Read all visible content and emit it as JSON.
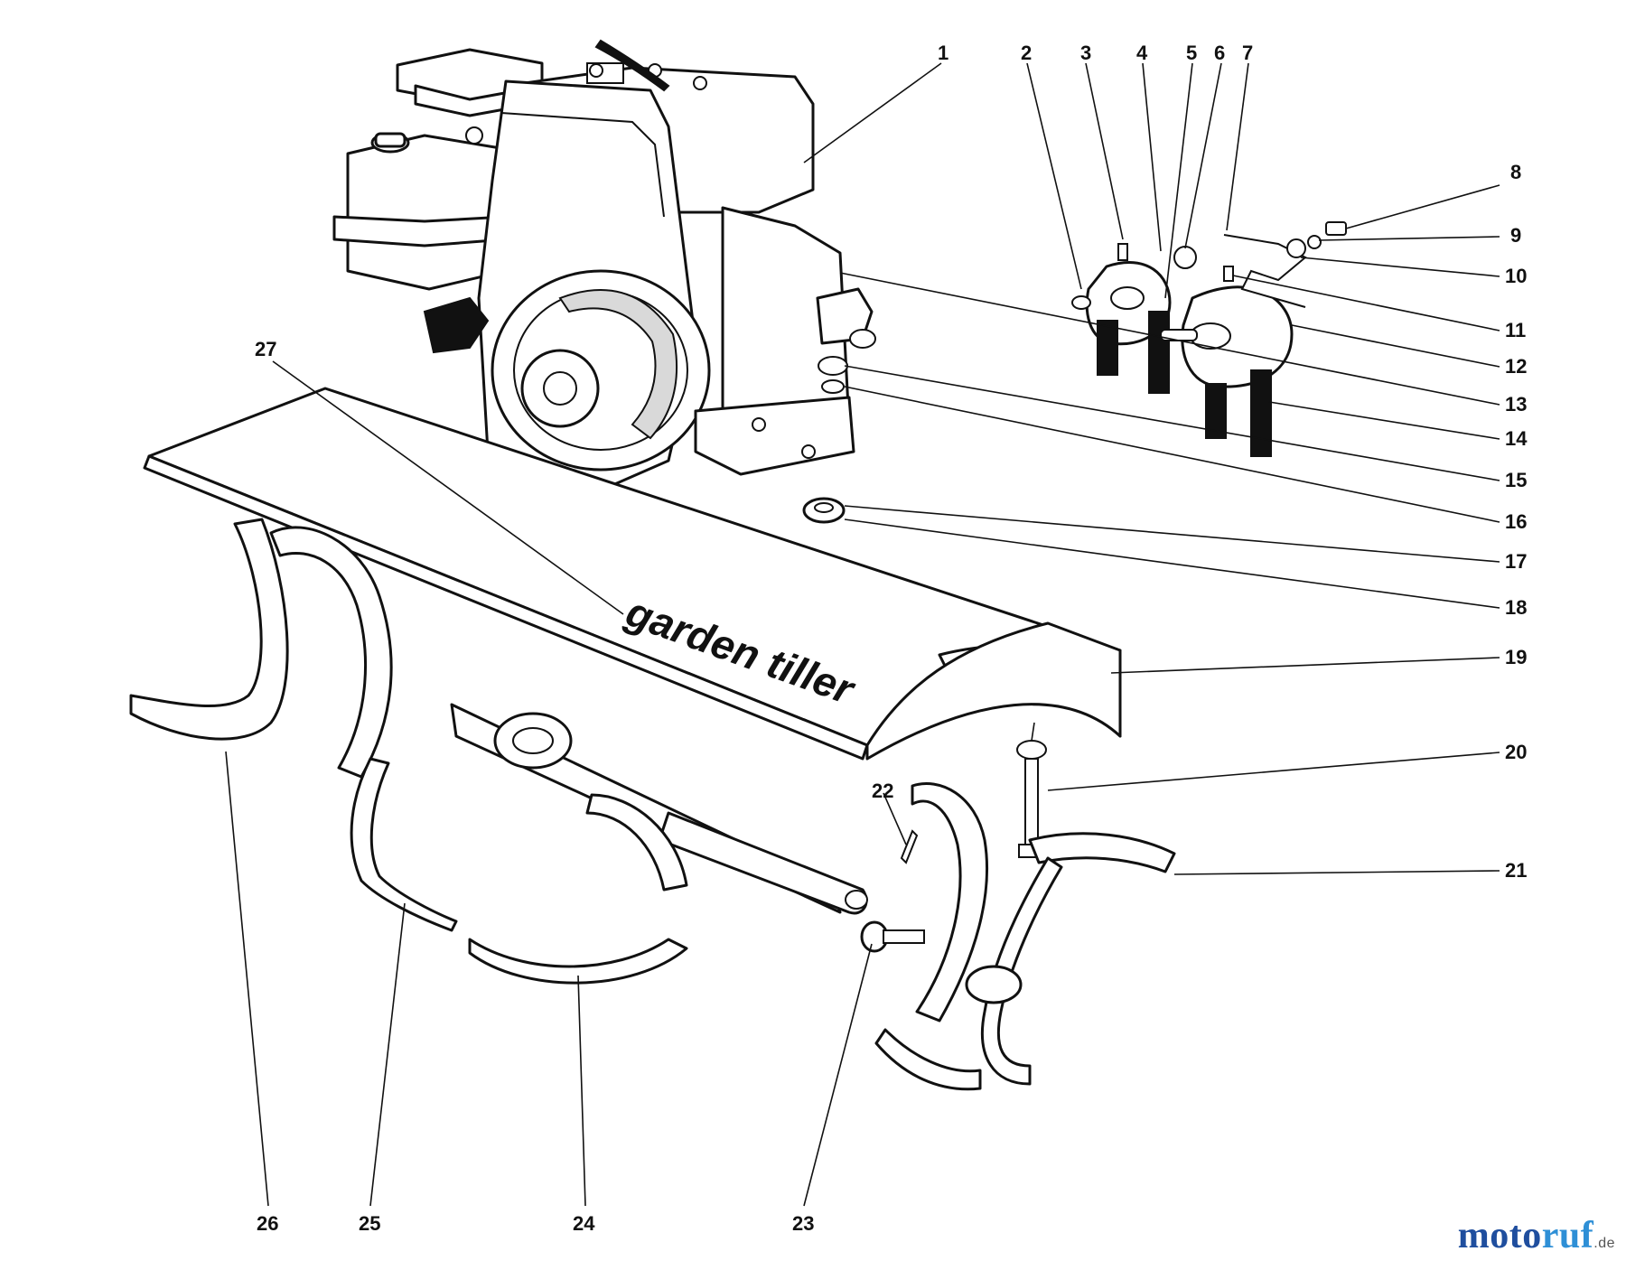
{
  "diagram": {
    "hood_label": "garden tiller",
    "callouts": [
      {
        "id": "1",
        "label": "1"
      },
      {
        "id": "2",
        "label": "2"
      },
      {
        "id": "3",
        "label": "3"
      },
      {
        "id": "4",
        "label": "4"
      },
      {
        "id": "5",
        "label": "5"
      },
      {
        "id": "6",
        "label": "6"
      },
      {
        "id": "7",
        "label": "7"
      },
      {
        "id": "8",
        "label": "8"
      },
      {
        "id": "9",
        "label": "9"
      },
      {
        "id": "10",
        "label": "10"
      },
      {
        "id": "11",
        "label": "11"
      },
      {
        "id": "12",
        "label": "12"
      },
      {
        "id": "13",
        "label": "13"
      },
      {
        "id": "14",
        "label": "14"
      },
      {
        "id": "15",
        "label": "15"
      },
      {
        "id": "16",
        "label": "16"
      },
      {
        "id": "17",
        "label": "17"
      },
      {
        "id": "18",
        "label": "18"
      },
      {
        "id": "19",
        "label": "19"
      },
      {
        "id": "20",
        "label": "20"
      },
      {
        "id": "21",
        "label": "21"
      },
      {
        "id": "22",
        "label": "22"
      },
      {
        "id": "23",
        "label": "23"
      },
      {
        "id": "24",
        "label": "24"
      },
      {
        "id": "25",
        "label": "25"
      },
      {
        "id": "26",
        "label": "26"
      },
      {
        "id": "27",
        "label": "27"
      }
    ]
  },
  "watermark": {
    "part1": "moto",
    "part2": "ruf",
    "suffix": ".de"
  }
}
